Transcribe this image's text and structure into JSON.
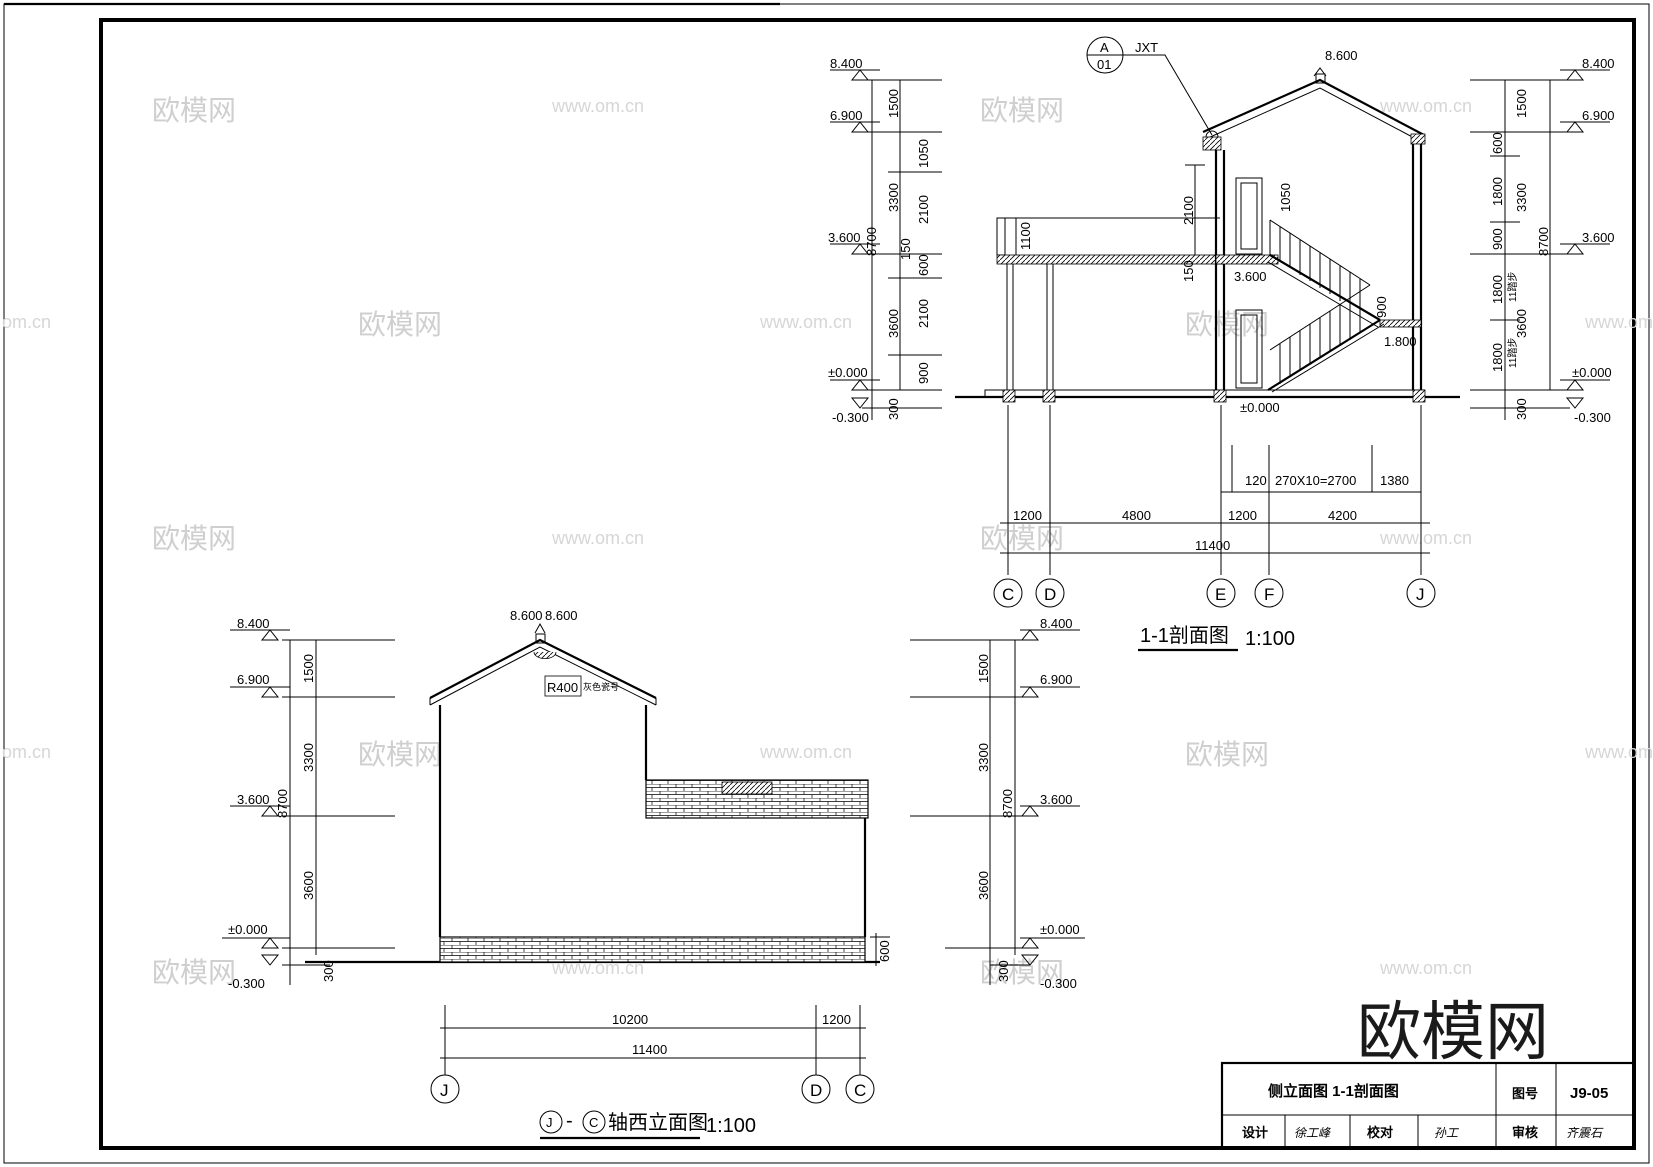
{
  "section_1_1": {
    "title": "1-1剖面图",
    "scale": "1:100",
    "detail_callout": {
      "top": "A",
      "bottom": "01",
      "label": "JXT"
    },
    "levels_left": [
      "8.400",
      "6.900",
      "3.600",
      "±0.000",
      "-0.300"
    ],
    "dims_left_outer": [
      "1500",
      "3300",
      "3600",
      "300"
    ],
    "dims_left_inner": [
      "1050",
      "2100",
      "150",
      "600",
      "2100",
      "900"
    ],
    "dim_total": "8700",
    "ridge": "8.600",
    "levels_right": [
      "8.400",
      "6.900",
      "3.600",
      "±0.000",
      "-0.300"
    ],
    "dims_right_outer": [
      "1500",
      "3300",
      "3600",
      "300"
    ],
    "dims_right_inner": [
      "600",
      "1800",
      "900",
      "1800",
      "1800"
    ],
    "stair_note": "11踏步",
    "interior": [
      "1100",
      "2100",
      "150",
      "1050",
      "3.600",
      "900",
      "1.800",
      "±0.000"
    ],
    "stair_dims": [
      "120",
      "270X10=2700",
      "1380"
    ],
    "bay_dims": [
      "1200",
      "4800",
      "1200",
      "4200"
    ],
    "total_width": "11400",
    "axes": [
      "C",
      "D",
      "E",
      "F",
      "J"
    ]
  },
  "elevation": {
    "title_prefix": "J",
    "title_dash": "-",
    "title_axis2": "C",
    "title_suffix": "轴西立面图",
    "scale": "1:100",
    "ridge_left": "8.600",
    "ridge_right": "8.600",
    "note": "R400",
    "note_extra": "灰色瓷号",
    "levels_left": [
      "8.400",
      "6.900",
      "3.600",
      "±0.000",
      "-0.300"
    ],
    "levels_right": [
      "8.400",
      "6.900",
      "3.600",
      "±0.000",
      "-0.300"
    ],
    "dims_left": [
      "1500",
      "3300",
      "3600",
      "300"
    ],
    "dims_right": [
      "1500",
      "3300",
      "3600",
      "300"
    ],
    "dim_total": "8700",
    "plinth": "600",
    "bay_dims": [
      "10200",
      "1200"
    ],
    "total_width": "11400",
    "axes": [
      "J",
      "D",
      "C"
    ]
  },
  "title_block": {
    "drawing_name": "侧立面图    1-1剖面图",
    "number_label": "图号",
    "number": "J9-05",
    "design_label": "设计",
    "design_sign": "徐工峰",
    "check_label": "校对",
    "check_sign": "孙工",
    "review_label": "审核",
    "review_sign": "齐震石"
  },
  "watermark": {
    "brand": "欧模网",
    "url": "www.om.cn",
    "url_partial": "om.cn"
  }
}
